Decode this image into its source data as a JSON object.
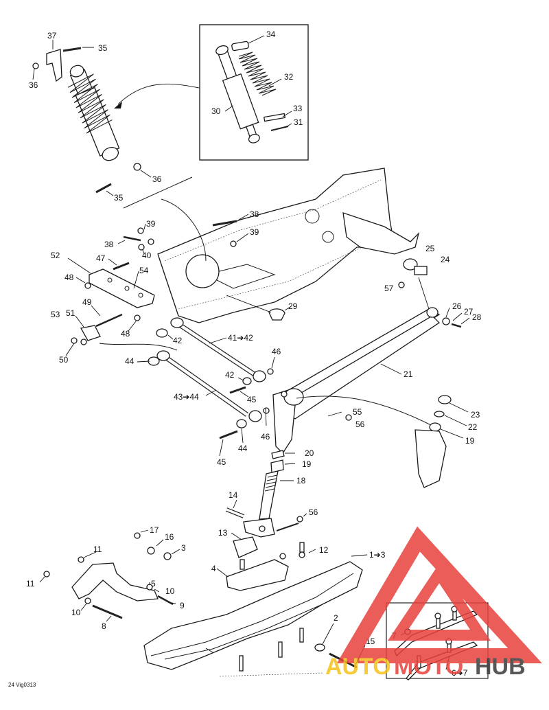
{
  "diagram": {
    "code": "24 Vig0313",
    "labels": [
      {
        "id": "p37",
        "text": "37"
      },
      {
        "id": "p35a",
        "text": "35"
      },
      {
        "id": "p36a",
        "text": "36"
      },
      {
        "id": "p34",
        "text": "34"
      },
      {
        "id": "p32",
        "text": "32"
      },
      {
        "id": "p30",
        "text": "30"
      },
      {
        "id": "p33",
        "text": "33"
      },
      {
        "id": "p31",
        "text": "31"
      },
      {
        "id": "p36b",
        "text": "36"
      },
      {
        "id": "p35b",
        "text": "35"
      },
      {
        "id": "p38a",
        "text": "38"
      },
      {
        "id": "p39a",
        "text": "39"
      },
      {
        "id": "p39b",
        "text": "39"
      },
      {
        "id": "p38b",
        "text": "38"
      },
      {
        "id": "p40",
        "text": "40"
      },
      {
        "id": "p52",
        "text": "52"
      },
      {
        "id": "p47",
        "text": "47"
      },
      {
        "id": "p54",
        "text": "54"
      },
      {
        "id": "p48a",
        "text": "48"
      },
      {
        "id": "p49",
        "text": "49"
      },
      {
        "id": "p48b",
        "text": "48"
      },
      {
        "id": "p51",
        "text": "51"
      },
      {
        "id": "p53",
        "text": "53"
      },
      {
        "id": "p50",
        "text": "50"
      },
      {
        "id": "p29",
        "text": "29"
      },
      {
        "id": "p25",
        "text": "25"
      },
      {
        "id": "p24",
        "text": "24"
      },
      {
        "id": "p57",
        "text": "57"
      },
      {
        "id": "p26",
        "text": "26"
      },
      {
        "id": "p27",
        "text": "27"
      },
      {
        "id": "p28",
        "text": "28"
      },
      {
        "id": "p42a",
        "text": "42"
      },
      {
        "id": "p4142",
        "text": "41➔42"
      },
      {
        "id": "p44a",
        "text": "44"
      },
      {
        "id": "p46a",
        "text": "46"
      },
      {
        "id": "p42b",
        "text": "42"
      },
      {
        "id": "p4344",
        "text": "43➔44"
      },
      {
        "id": "p45a",
        "text": "45"
      },
      {
        "id": "p21",
        "text": "21"
      },
      {
        "id": "p55",
        "text": "55"
      },
      {
        "id": "p56a",
        "text": "56"
      },
      {
        "id": "p23",
        "text": "23"
      },
      {
        "id": "p22",
        "text": "22"
      },
      {
        "id": "p19a",
        "text": "19"
      },
      {
        "id": "p46b",
        "text": "46"
      },
      {
        "id": "p44b",
        "text": "44"
      },
      {
        "id": "p45b",
        "text": "45"
      },
      {
        "id": "p20",
        "text": "20"
      },
      {
        "id": "p19b",
        "text": "19"
      },
      {
        "id": "p18",
        "text": "18"
      },
      {
        "id": "p14",
        "text": "14"
      },
      {
        "id": "p56b",
        "text": "56"
      },
      {
        "id": "p13",
        "text": "13"
      },
      {
        "id": "p17",
        "text": "17"
      },
      {
        "id": "p16",
        "text": "16"
      },
      {
        "id": "p3",
        "text": "3"
      },
      {
        "id": "p11a",
        "text": "11"
      },
      {
        "id": "p12",
        "text": "12"
      },
      {
        "id": "p13b",
        "text": "1➔3"
      },
      {
        "id": "p4",
        "text": "4"
      },
      {
        "id": "p11b",
        "text": "11"
      },
      {
        "id": "p5",
        "text": "5"
      },
      {
        "id": "p10a",
        "text": "10"
      },
      {
        "id": "p10b",
        "text": "10"
      },
      {
        "id": "p9",
        "text": "9"
      },
      {
        "id": "p8",
        "text": "8"
      },
      {
        "id": "p2",
        "text": "2"
      },
      {
        "id": "p15",
        "text": "15"
      },
      {
        "id": "p7",
        "text": "7"
      },
      {
        "id": "p67",
        "text": "6➔7"
      }
    ]
  },
  "watermark": {
    "text_a": "AUTO",
    "text_b": "MOTO",
    "text_c": "HUB",
    "color_main": "#e8413c",
    "color_yellow": "#f5c218",
    "color_dark": "#3a3a3a"
  }
}
